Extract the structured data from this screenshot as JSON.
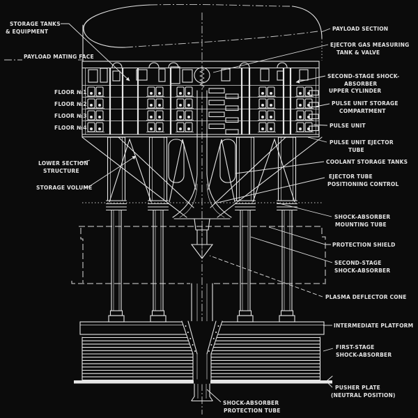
{
  "figure": {
    "type": "cutaway-engineering-diagram",
    "subject": "Nuclear pulse propulsion vehicle cross-section",
    "background_color": "#0b0b0b",
    "line_color": "#e6e6e6",
    "text_color": "#e2e2e2"
  },
  "labels": {
    "storage_tanks_1": "STORAGE TANKS",
    "storage_tanks_2": "& EQUIPMENT",
    "payload_mating_face": "PAYLOAD MATING FACE",
    "floor_1": "FLOOR №1",
    "floor_2": "FLOOR №2",
    "floor_3": "FLOOR №3",
    "floor_4": "FLOOR №4",
    "lower_section_1": "LOWER SECTION",
    "lower_section_2": "STRUCTURE",
    "storage_volume": "STORAGE VOLUME",
    "payload_section": "PAYLOAD SECTION",
    "ejector_gas_1": "EJECTOR GAS MEASURING",
    "ejector_gas_2": "TANK & VALVE",
    "second_stage_upper_1": "SECOND-STAGE SHOCK-",
    "second_stage_upper_2": "ABSORBER",
    "second_stage_upper_3": "UPPER CYLINDER",
    "pulse_unit_storage_1": "PULSE UNIT STORAGE",
    "pulse_unit_storage_2": "COMPARTMENT",
    "pulse_unit": "PULSE UNIT",
    "pulse_unit_ejector_1": "PULSE UNIT EJECTOR",
    "pulse_unit_ejector_2": "TUBE",
    "coolant_storage_tanks": "COOLANT STORAGE TANKS",
    "ejector_positioning_1": "EJECTOR TUBE",
    "ejector_positioning_2": "POSITIONING CONTROL",
    "sa_mounting_1": "SHOCK-ABSORBER",
    "sa_mounting_2": "MOUNTING TUBE",
    "protection_shield": "PROTECTION SHIELD",
    "second_stage_sa_1": "SECOND-STAGE",
    "second_stage_sa_2": "SHOCK-ABSORBER",
    "plasma_deflector_cone": "PLASMA DEFLECTOR CONE",
    "intermediate_platform": "INTERMEDIATE PLATFORM",
    "first_stage_1": "FIRST-STAGE",
    "first_stage_2": "SHOCK-ABSORBER",
    "pusher_plate_1": "PUSHER PLATE",
    "pusher_plate_2": "(NEUTRAL POSITION)",
    "sa_protection_1": "SHOCK-ABSORBER",
    "sa_protection_2": "PROTECTION TUBE"
  }
}
